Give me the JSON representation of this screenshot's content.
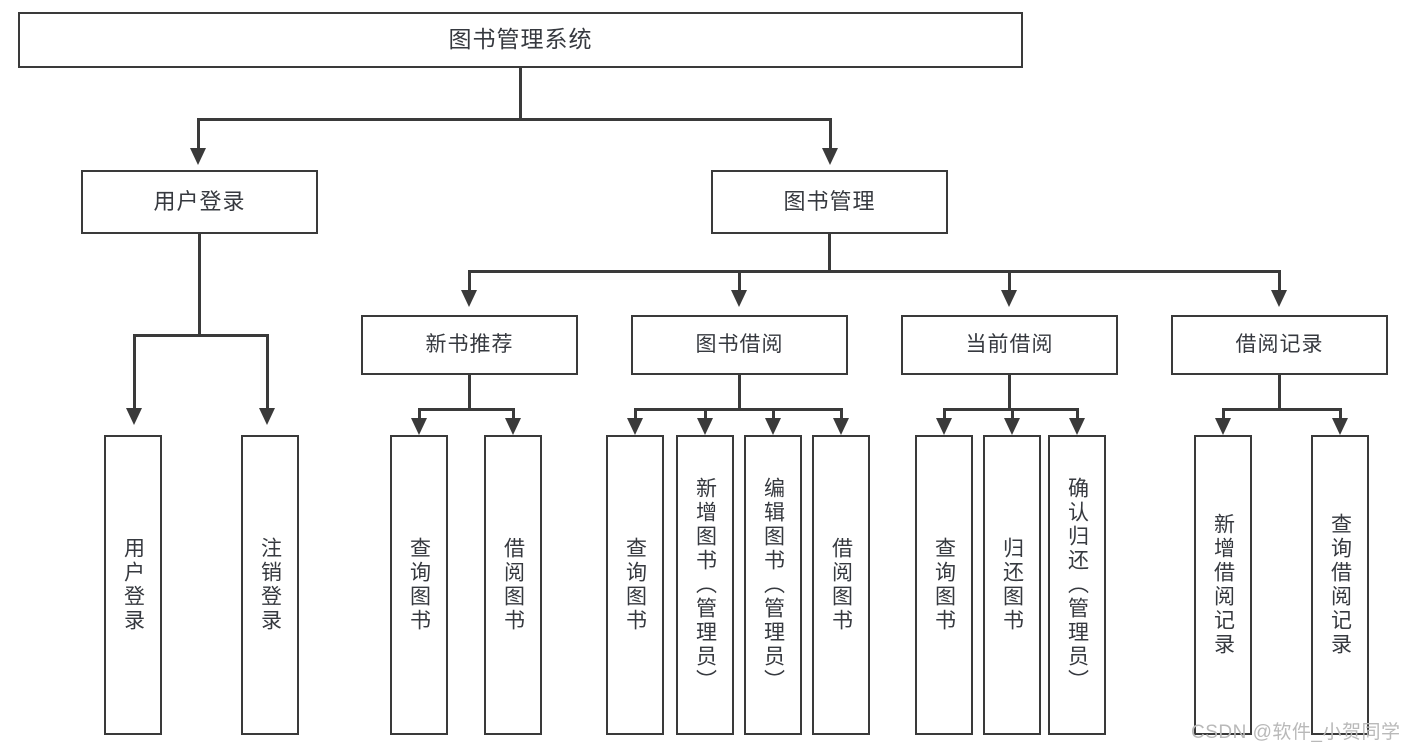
{
  "diagram": {
    "type": "tree",
    "title": "图书管理系统",
    "root": {
      "id": "root",
      "label": "图书管理系统"
    },
    "level1": [
      {
        "id": "user-login",
        "label": "用户登录"
      },
      {
        "id": "book-manage",
        "label": "图书管理"
      }
    ],
    "level2": [
      {
        "id": "new-book-recommend",
        "label": "新书推荐",
        "parent": "book-manage"
      },
      {
        "id": "book-borrow",
        "label": "图书借阅",
        "parent": "book-manage"
      },
      {
        "id": "current-borrow",
        "label": "当前借阅",
        "parent": "book-manage"
      },
      {
        "id": "borrow-record",
        "label": "借阅记录",
        "parent": "book-manage"
      }
    ],
    "leaves": [
      {
        "id": "leaf-user-login",
        "label": "用户登录",
        "parent": "user-login"
      },
      {
        "id": "leaf-logout",
        "label": "注销登录",
        "parent": "user-login"
      },
      {
        "id": "leaf-query-book-1",
        "label": "查询图书",
        "parent": "new-book-recommend"
      },
      {
        "id": "leaf-borrow-book-1",
        "label": "借阅图书",
        "parent": "new-book-recommend"
      },
      {
        "id": "leaf-query-book-2",
        "label": "查询图书",
        "parent": "book-borrow"
      },
      {
        "id": "leaf-add-book",
        "label": "新增图书（管理员）",
        "parent": "book-borrow"
      },
      {
        "id": "leaf-edit-book",
        "label": "编辑图书（管理员）",
        "parent": "book-borrow"
      },
      {
        "id": "leaf-borrow-book-2",
        "label": "借阅图书",
        "parent": "book-borrow"
      },
      {
        "id": "leaf-query-book-3",
        "label": "查询图书",
        "parent": "current-borrow"
      },
      {
        "id": "leaf-return-book",
        "label": "归还图书",
        "parent": "current-borrow"
      },
      {
        "id": "leaf-confirm-return",
        "label": "确认归还（管理员）",
        "parent": "current-borrow"
      },
      {
        "id": "leaf-add-record",
        "label": "新增借阅记录",
        "parent": "borrow-record"
      },
      {
        "id": "leaf-query-record",
        "label": "查询借阅记录",
        "parent": "borrow-record"
      }
    ],
    "colors": {
      "line": "#3a3a3a",
      "box_fill": "#ffffff",
      "text": "#36393f",
      "background": "#ffffff",
      "watermark": "#b9b9b9"
    }
  },
  "watermark": {
    "text": "CSDN @软件_小贺同学"
  }
}
